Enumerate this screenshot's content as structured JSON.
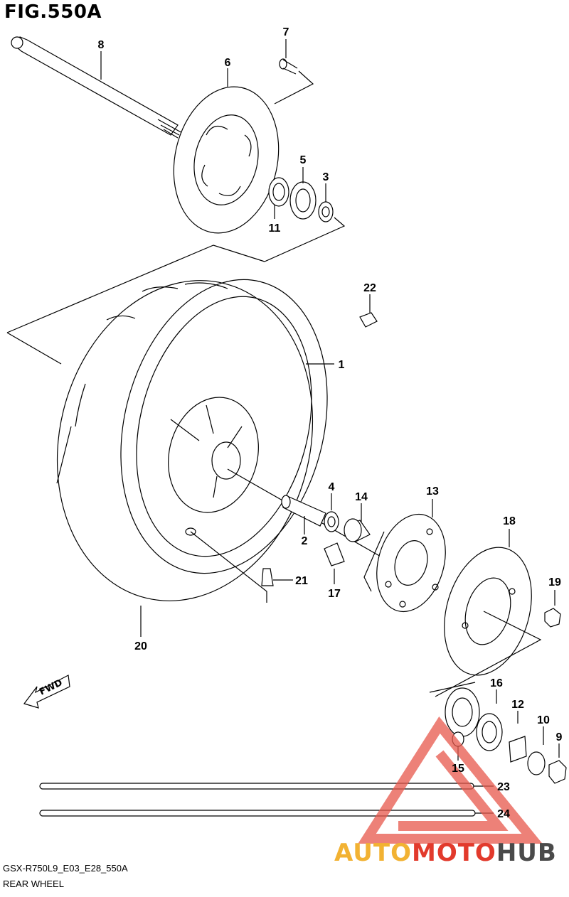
{
  "figure_title": "FIG.550A",
  "model_code": "GSX-R750L9_E03_E28_550A",
  "caption": "REAR WHEEL",
  "fwd_label": "FWD",
  "watermark": {
    "part1": "AUTO",
    "part2": "MOTO",
    "part3": "HUB"
  },
  "callouts": {
    "c1": "1",
    "c2": "2",
    "c3": "3",
    "c4": "4",
    "c5": "5",
    "c6": "6",
    "c7": "7",
    "c8": "8",
    "c9": "9",
    "c10": "10",
    "c11": "11",
    "c12": "12",
    "c13": "13",
    "c14": "14",
    "c15": "15",
    "c16": "16",
    "c17": "17",
    "c18": "18",
    "c19": "19",
    "c20": "20",
    "c21": "21",
    "c22": "22",
    "c23": "23",
    "c24": "24"
  },
  "colors": {
    "line": "#000000",
    "watermark_triangle": "#e8584c",
    "watermark_gold": "#f2b233",
    "watermark_red": "#e23a2c",
    "watermark_gray": "#4a4a4a"
  }
}
